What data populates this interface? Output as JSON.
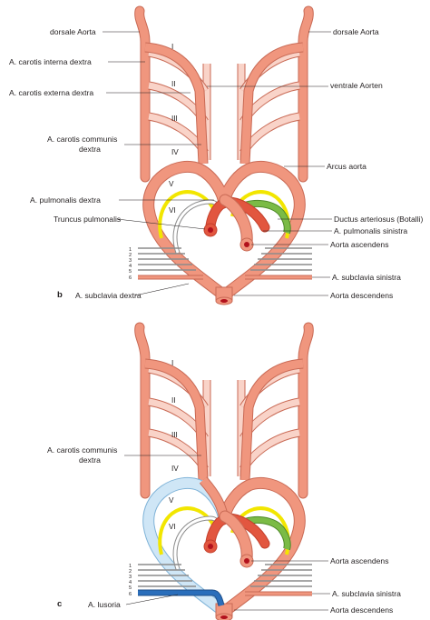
{
  "colors": {
    "artery": "#f0967e",
    "artery_edge": "#c96a55",
    "artery_light": "#f9d3c8",
    "artery_red": "#e2563f",
    "yellow": "#f2e600",
    "green": "#7bbb46",
    "blue": "#2a6ebb",
    "light_blue": "#cfe6f6",
    "grey": "#8c8c8c"
  },
  "arch_numerals": [
    "I",
    "II",
    "III",
    "IV",
    "V",
    "VI"
  ],
  "segment_numbers": [
    "1",
    "2",
    "3",
    "4",
    "5",
    "6"
  ],
  "panel_b": {
    "letter": "b",
    "labels": {
      "dorsal_aorta_left": "dorsale Aorta",
      "dorsal_aorta_right": "dorsale Aorta",
      "carotis_interna": "A. carotis interna dextra",
      "carotis_externa": "A. carotis externa dextra",
      "ventral_aortas": "ventrale Aorten",
      "carotis_communis_1": "A. carotis communis",
      "carotis_communis_2": "dextra",
      "arcus_aorta": "Arcus aorta",
      "pulm_dextra": "A. pulmonalis dextra",
      "ductus": "Ductus arteriosus (Botalli)",
      "truncus": "Truncus pulmonalis",
      "pulm_sinistra": "A. pulmonalis sinistra",
      "aorta_ascendens": "Aorta ascendens",
      "subclavia_sinistra": "A. subclavia sinistra",
      "subclavia_dextra": "A. subclavia dextra",
      "aorta_descendens": "Aorta descendens"
    }
  },
  "panel_c": {
    "letter": "c",
    "labels": {
      "carotis_communis_1": "A. carotis communis",
      "carotis_communis_2": "dextra",
      "aorta_ascendens": "Aorta ascendens",
      "subclavia_sinistra": "A. subclavia sinistra",
      "lusoria": "A. lusoria",
      "aorta_descendens": "Aorta descendens"
    }
  }
}
